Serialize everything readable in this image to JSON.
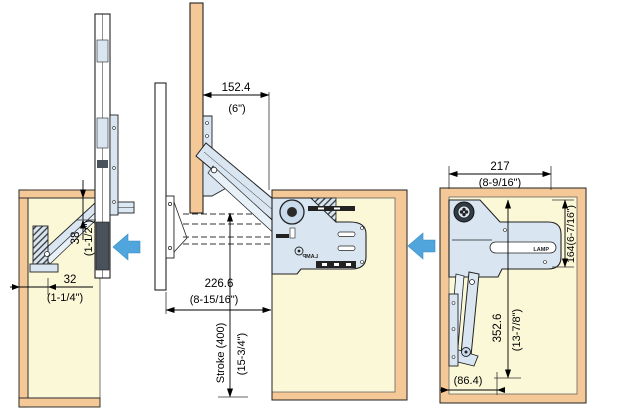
{
  "colors": {
    "background": "#ffffff",
    "wood": "#F4C897",
    "cabinet_interior": "#FBF8D8",
    "mechanism_fill": "#D9E6F2",
    "mechanism_fill_light": "#E8F0F8",
    "hub_dark": "#323C46",
    "outline": "#1A1A1A",
    "dimension_text": "#000000",
    "motion_arrow_blue": "#4FA5DC"
  },
  "views": {
    "open": {
      "dim_clearance": {
        "mm": "38",
        "inch": "(1-1/2\")"
      },
      "dim_depth": {
        "mm": "32",
        "inch": "(1-1/4\")"
      }
    },
    "opening": {
      "dim_protrusion": {
        "mm": "152.4",
        "inch": "(6\")"
      },
      "dim_reach": {
        "mm": "226.6",
        "inch": "(8-15/16\")"
      },
      "dim_stroke": {
        "mm": "Stroke (400)",
        "inch": "(15-3/4\")"
      },
      "logo_mirrored": "LAMP"
    },
    "closed": {
      "dim_length": {
        "mm": "217",
        "inch": "(8-9/16\")"
      },
      "dim_side_height": {
        "mm_inch": "164(6-7/16\")"
      },
      "dim_height": {
        "mm": "352.6",
        "inch": "(13-7/8\")"
      },
      "dim_pivot_depth": {
        "mm": "(86.4)"
      },
      "logo": "LAMP"
    }
  },
  "motion_arrows": {
    "direction": "left",
    "count": 2
  }
}
